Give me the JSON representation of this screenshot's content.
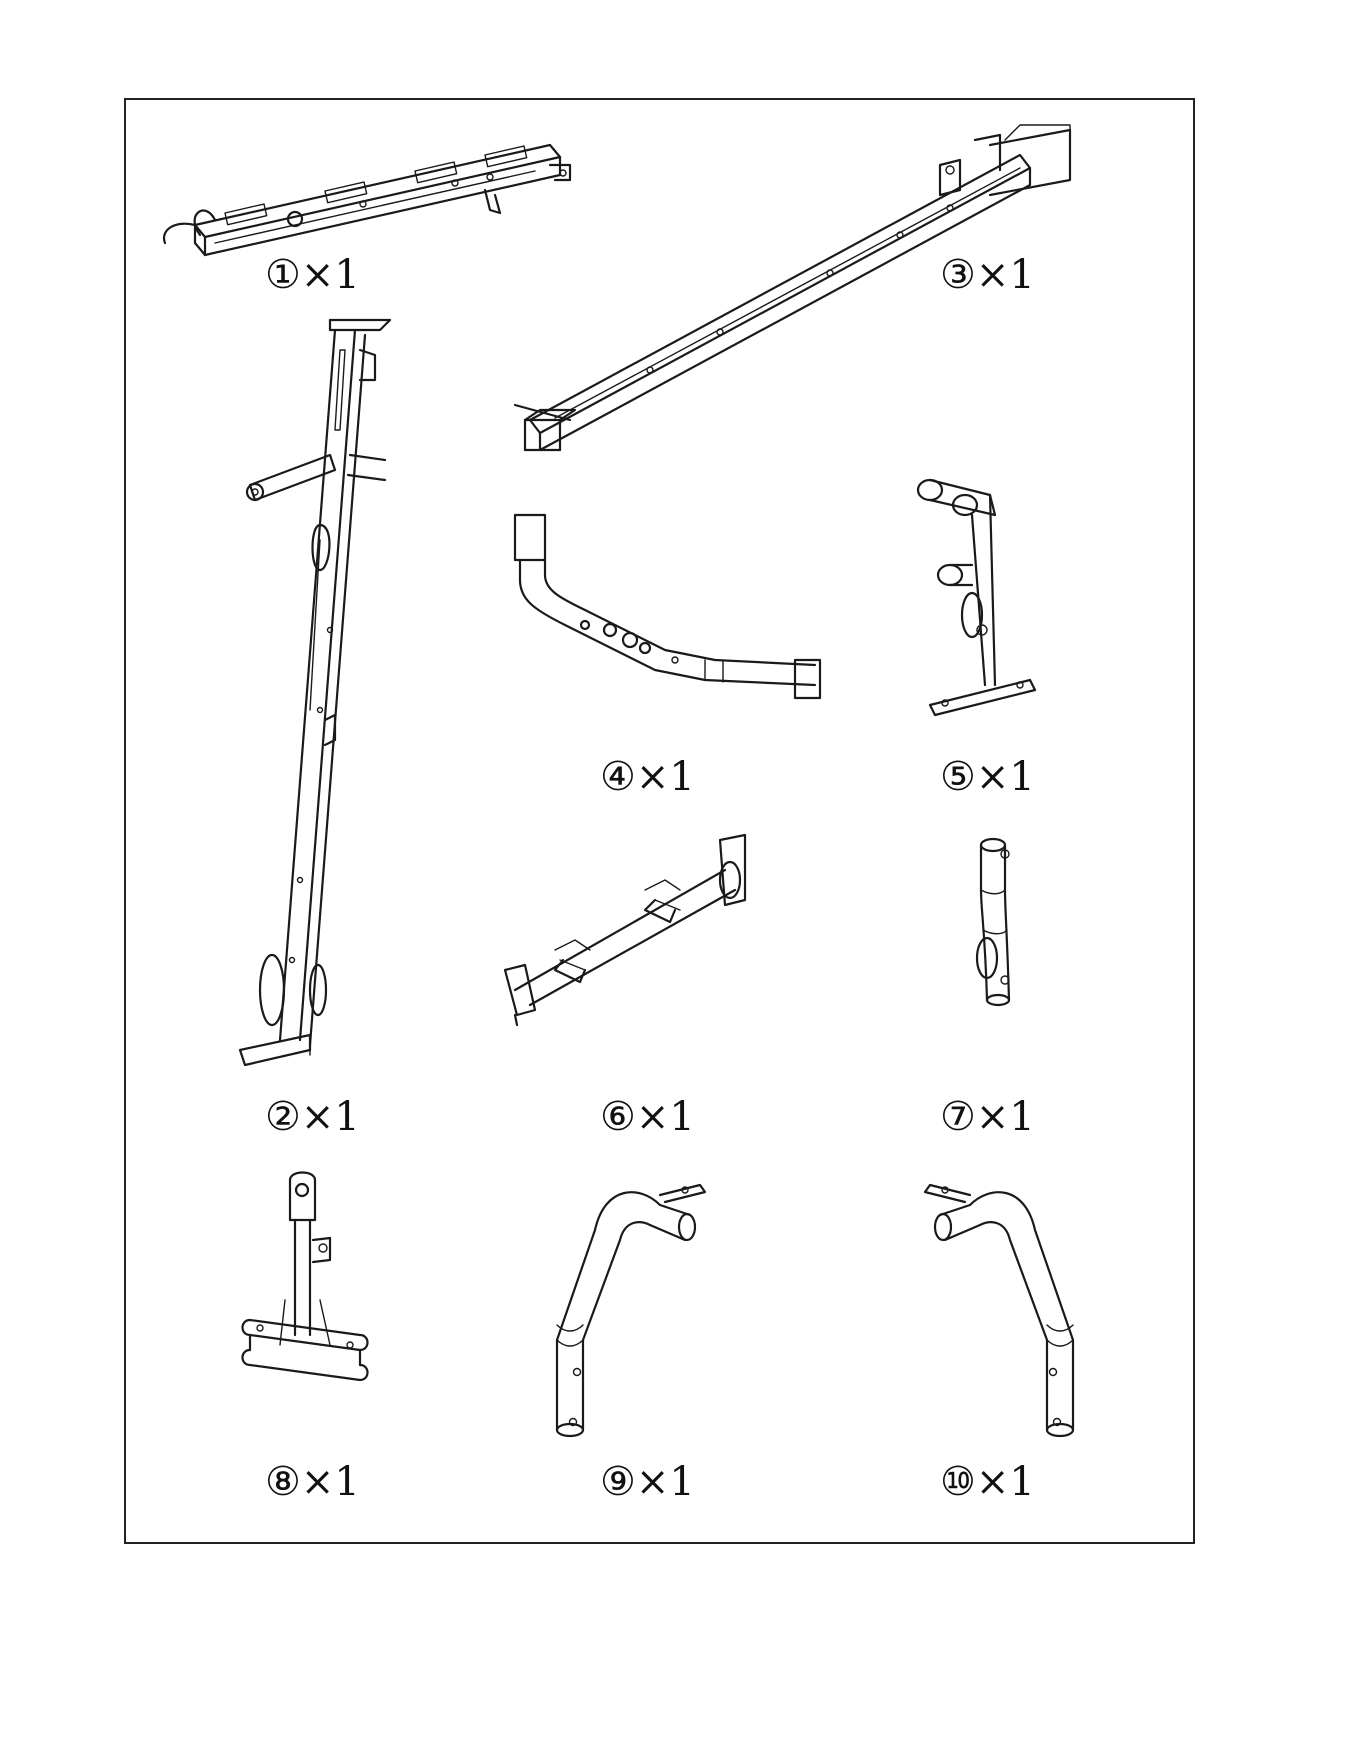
{
  "parts": [
    {
      "id": "part-1",
      "label": "①×1"
    },
    {
      "id": "part-2",
      "label": "②×1"
    },
    {
      "id": "part-3",
      "label": "③×1"
    },
    {
      "id": "part-4",
      "label": "④×1"
    },
    {
      "id": "part-5",
      "label": "⑤×1"
    },
    {
      "id": "part-6",
      "label": "⑥×1"
    },
    {
      "id": "part-7",
      "label": "⑦×1"
    },
    {
      "id": "part-8",
      "label": "⑧×1"
    },
    {
      "id": "part-9",
      "label": "⑨×1"
    },
    {
      "id": "part-10",
      "label": "⑩×1"
    }
  ]
}
